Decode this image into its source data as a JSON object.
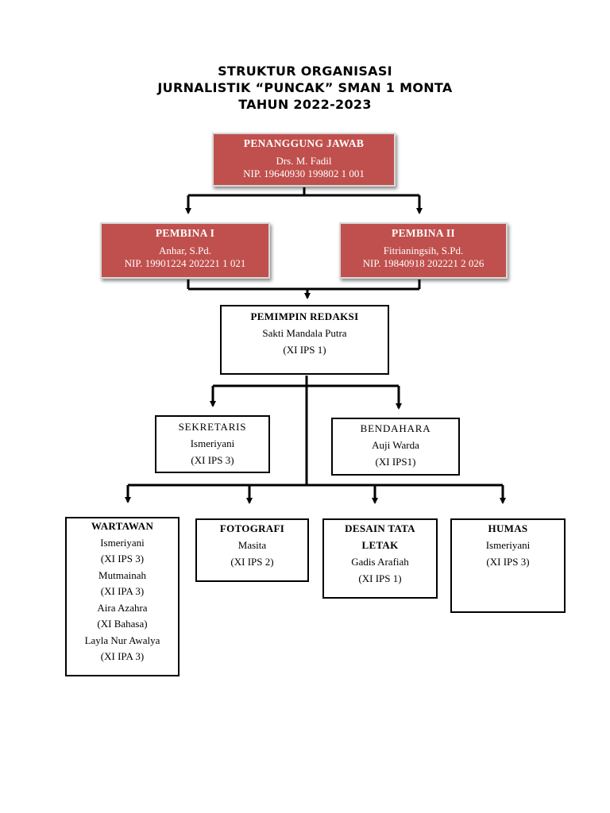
{
  "title": {
    "line1": "STRUKTUR ORGANISASI",
    "line2": "JURNALISTIK “PUNCAK” SMAN 1 MONTA",
    "line3": "TAHUN 2022-2023"
  },
  "penanggung_jawab": {
    "role": "PENANGGUNG JAWAB",
    "name": "Drs. M. Fadil",
    "nip": "NIP. 19640930 199802 1 001"
  },
  "pembina_1": {
    "role": "PEMBINA I",
    "name": "Anhar, S.Pd.",
    "nip": "NIP. 19901224 202221 1 021"
  },
  "pembina_2": {
    "role": "PEMBINA II",
    "name": "Fitrianingsih, S.Pd.",
    "nip": "NIP. 19840918 202221 2 026"
  },
  "pemimpin_redaksi": {
    "role": "PEMIMPIN REDAKSI",
    "name": "Sakti Mandala Putra",
    "class": "(XI IPS 1)"
  },
  "sekretaris": {
    "role": "SEKRETARIS",
    "name": "Ismeriyani",
    "class": "(XI IPS 3)"
  },
  "bendahara": {
    "role": "BENDAHARA",
    "name": "Auji Warda",
    "class": "(XI IPS1)"
  },
  "wartawan": {
    "role": "WARTAWAN",
    "members": [
      {
        "name": "Ismeriyani",
        "class": "(XI IPS 3)"
      },
      {
        "name": "Mutmainah",
        "class": "(XI IPA 3)"
      },
      {
        "name": "Aira Azahra",
        "class": "(XI Bahasa)"
      },
      {
        "name": "Layla Nur Awalya",
        "class": "(XI IPA 3)"
      }
    ]
  },
  "fotografi": {
    "role": "FOTOGRAFI",
    "name": "Masita",
    "class": "(XI IPS 2)"
  },
  "desain_tata_letak": {
    "role_line1": "DESAIN TATA",
    "role_line2": "LETAK",
    "name": "Gadis Arafiah",
    "class": "(XI IPS 1)"
  },
  "humas": {
    "role": "HUMAS",
    "name": "Ismeriyani",
    "class": "(XI IPS 3)"
  }
}
